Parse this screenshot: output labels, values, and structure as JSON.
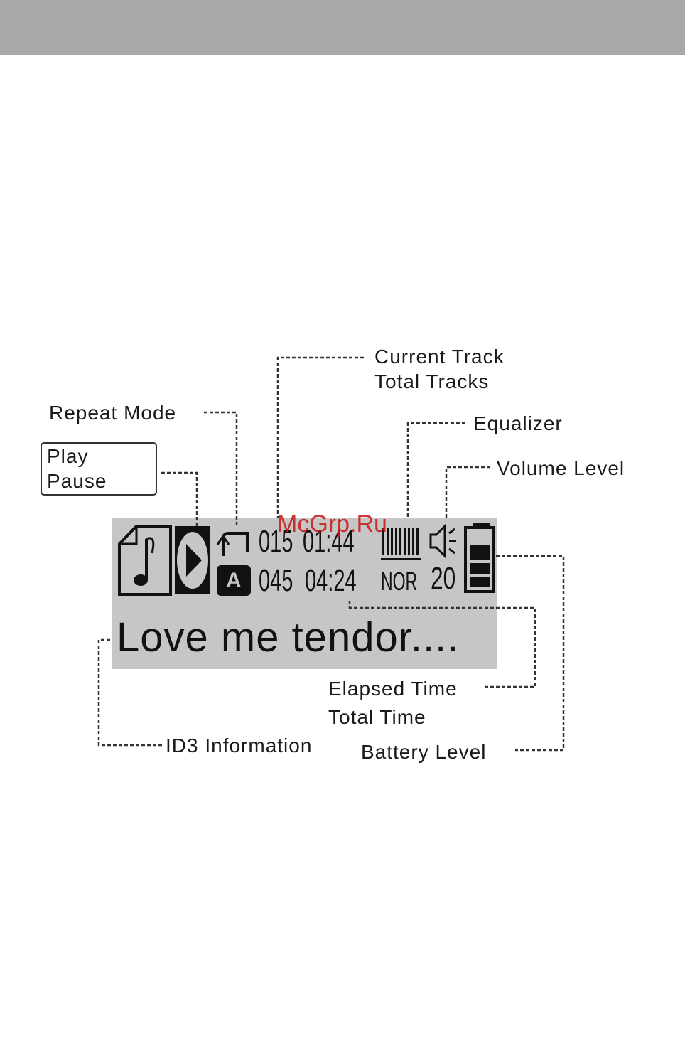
{
  "labels": {
    "current_track": "Current Track",
    "total_tracks": "Total Tracks",
    "repeat_mode": "Repeat Mode",
    "play": "Play",
    "pause": "Pause",
    "equalizer": "Equalizer",
    "volume_level": "Volume Level",
    "elapsed_time": "Elapsed Time",
    "total_time": "Total Time",
    "id3_information": "ID3 Information",
    "battery_level": "Battery Level"
  },
  "display": {
    "current_track": "015",
    "elapsed_time": "01:44",
    "total_tracks": "045",
    "total_time": "04:24",
    "eq_mode": "NOR",
    "volume": "20",
    "repeat_badge": "A",
    "id3_text": "Love me tendor....",
    "battery_fraction": 0.75
  },
  "watermark": "McGrp.Ru",
  "colors": {
    "header": "#a8a8a8",
    "lcd_background": "#c6c6c6",
    "ink": "#111111",
    "watermark": "#c81414"
  },
  "icons": [
    "music-note-icon",
    "play-circle-icon",
    "repeat-icon",
    "equalizer-bars-icon",
    "speaker-icon",
    "battery-icon",
    "play-triangle-icon",
    "pause-bars-icon"
  ]
}
